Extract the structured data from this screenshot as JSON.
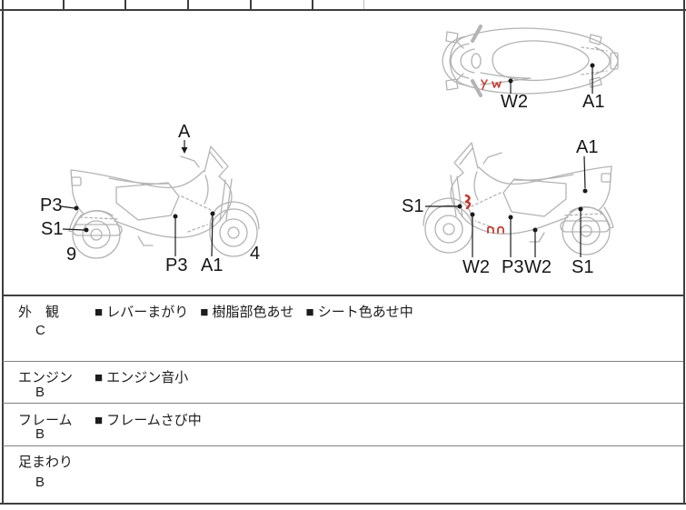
{
  "sheet_type": "vehicle-inspection-diagram",
  "diagrams": {
    "top_view": {
      "labels": [
        "W2",
        "A1"
      ]
    },
    "side_left": {
      "labels": [
        "A",
        "P3",
        "S1",
        "9",
        "P3",
        "A1",
        "4"
      ]
    },
    "side_right": {
      "labels": [
        "A1",
        "S1",
        "W2",
        "P3",
        "W2",
        "S1"
      ]
    }
  },
  "sections": [
    {
      "name": "外　観",
      "grade": "C",
      "items": [
        "■ レバーまがり",
        "■ 樹脂部色あせ",
        "■ シート色あせ中"
      ]
    },
    {
      "name": "エンジン",
      "grade": "B",
      "items": [
        "■ エンジン音小"
      ]
    },
    {
      "name": "フレーム",
      "grade": "B",
      "items": [
        "■ フレームさび中"
      ]
    },
    {
      "name": "足まわり",
      "grade": "B",
      "items": []
    }
  ],
  "colors": {
    "line_art": "#b3b3b3",
    "marker": "#1a1a1a",
    "damage_mark": "#c43a2e",
    "border": "#3f3f3f"
  }
}
